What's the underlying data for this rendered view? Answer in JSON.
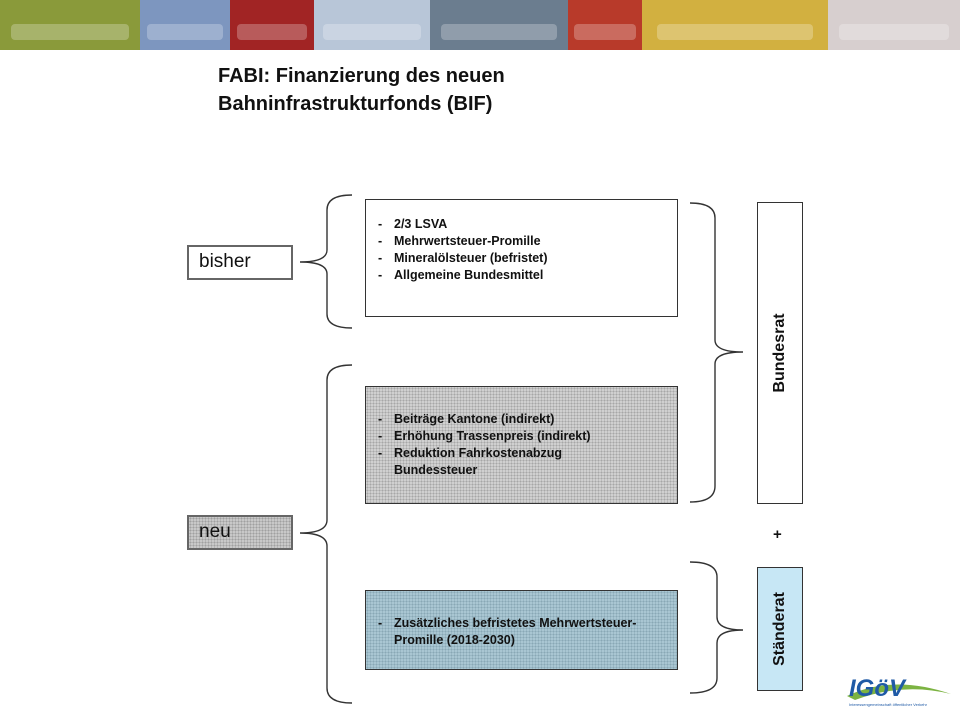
{
  "banner": {
    "photos": [
      {
        "icon": "tram-photo",
        "color": "#8a9a3a",
        "width": 140
      },
      {
        "icon": "cable-car-photo",
        "color": "#7d96bf",
        "width": 90
      },
      {
        "icon": "red-tram-photo",
        "color": "#a12424",
        "width": 84
      },
      {
        "icon": "ship-photo",
        "color": "#b8c6d8",
        "width": 116
      },
      {
        "icon": "train-photo",
        "color": "#6b7d8f",
        "width": 138
      },
      {
        "icon": "red-bus-photo",
        "color": "#b83a2a",
        "width": 74
      },
      {
        "icon": "yellow-bus-photo",
        "color": "#d2b040",
        "width": 186
      },
      {
        "icon": "red-train-photo",
        "color": "#d7cfcf",
        "width": 132
      }
    ]
  },
  "title": {
    "line1": "FABI: Finanzierung des neuen",
    "line2": "Bahninfrastrukturfonds (BIF)"
  },
  "labels": {
    "bisher": "bisher",
    "neu": "neu"
  },
  "boxes": {
    "bisher": [
      "2/3 LSVA",
      "Mehrwertsteuer-Promille",
      "Mineralölsteuer (befristet)",
      "Allgemeine Bundesmittel"
    ],
    "neu": [
      "Beiträge Kantone (indirekt)",
      "Erhöhung Trassenpreis (indirekt)",
      "Reduktion Fahrkostenabzug Bundessteuer"
    ],
    "zusatz": [
      "Zusätzliches befristetes Mehrwertsteuer-Promille (2018-2030)"
    ]
  },
  "deciders": {
    "bundesrat": "Bundesrat",
    "plus": "+",
    "staenderat": "Ständerat"
  },
  "logo": {
    "text": "IGöV",
    "subtext": "Interessengemeinschaft öffentlicher Verkehr",
    "color": "#1f5aa6",
    "swoosh_color": "#7cb342"
  }
}
